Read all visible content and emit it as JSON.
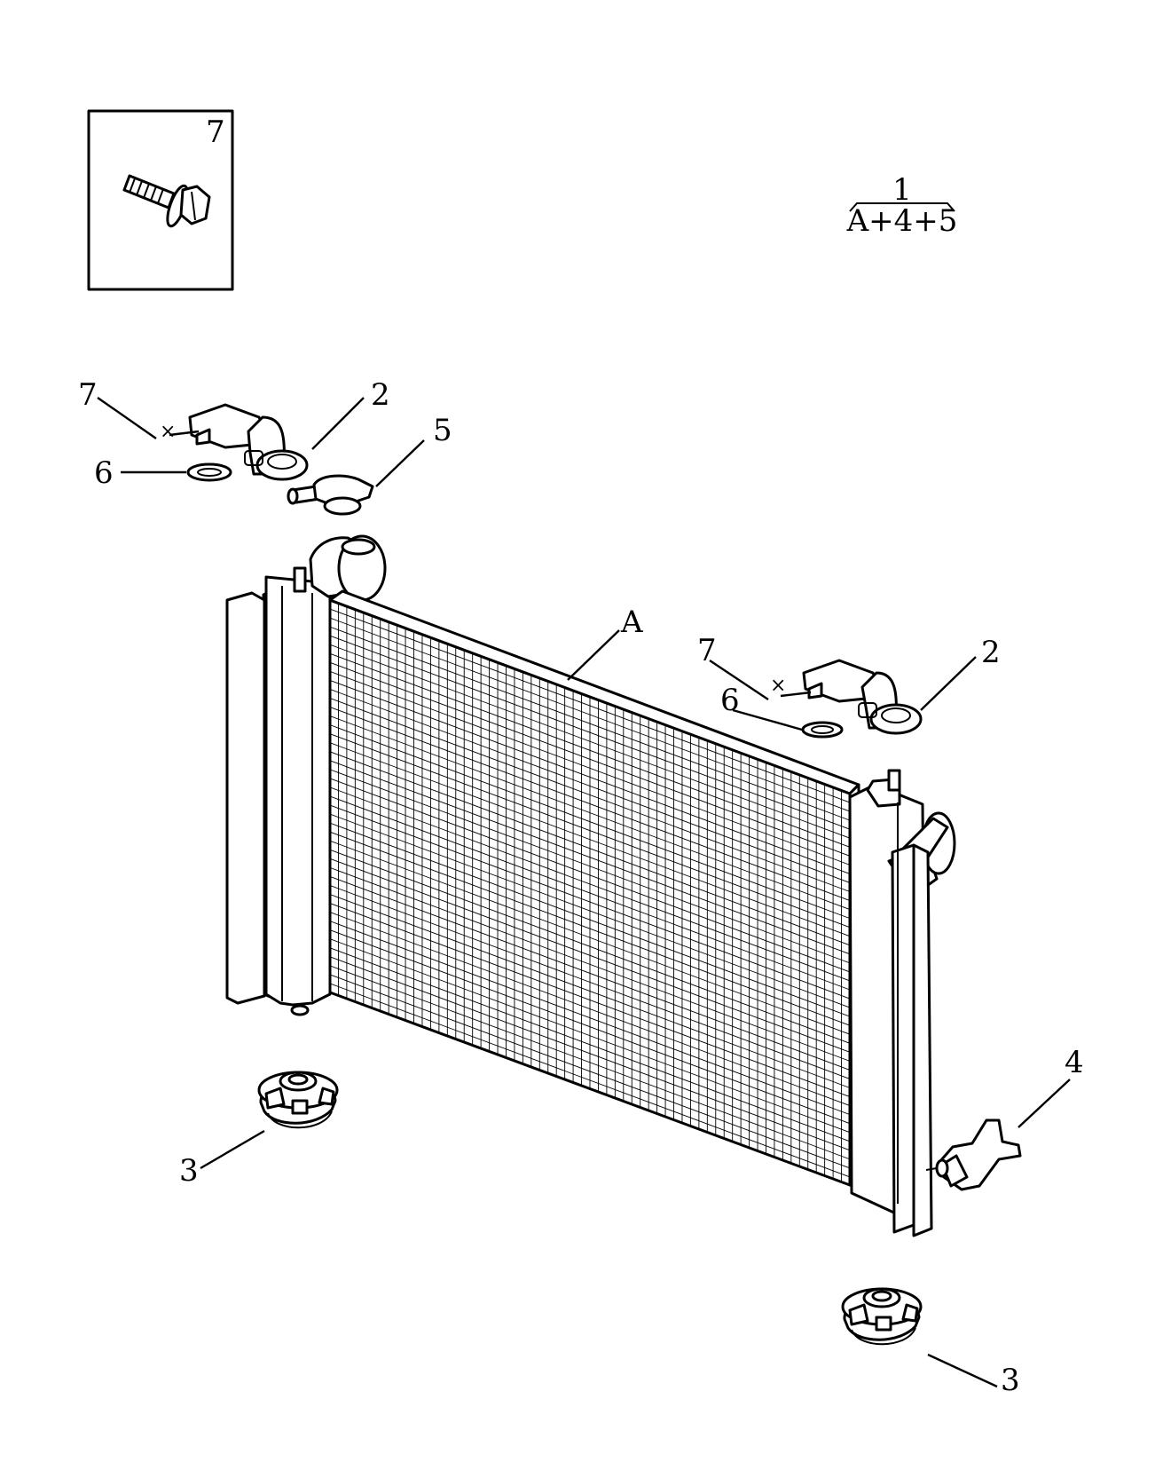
{
  "diagram": {
    "inset_label": "7",
    "assembly_label": "1",
    "assembly_formula": "A+4+5",
    "callouts": {
      "bracket_left_bolt": "7",
      "bracket_left": "2",
      "washer_left": "6",
      "cap": "5",
      "radiator": "A",
      "bracket_right_bolt": "7",
      "bracket_right": "2",
      "washer_right": "6",
      "drain_plug": "4",
      "mount_left": "3",
      "mount_right": "3"
    }
  }
}
